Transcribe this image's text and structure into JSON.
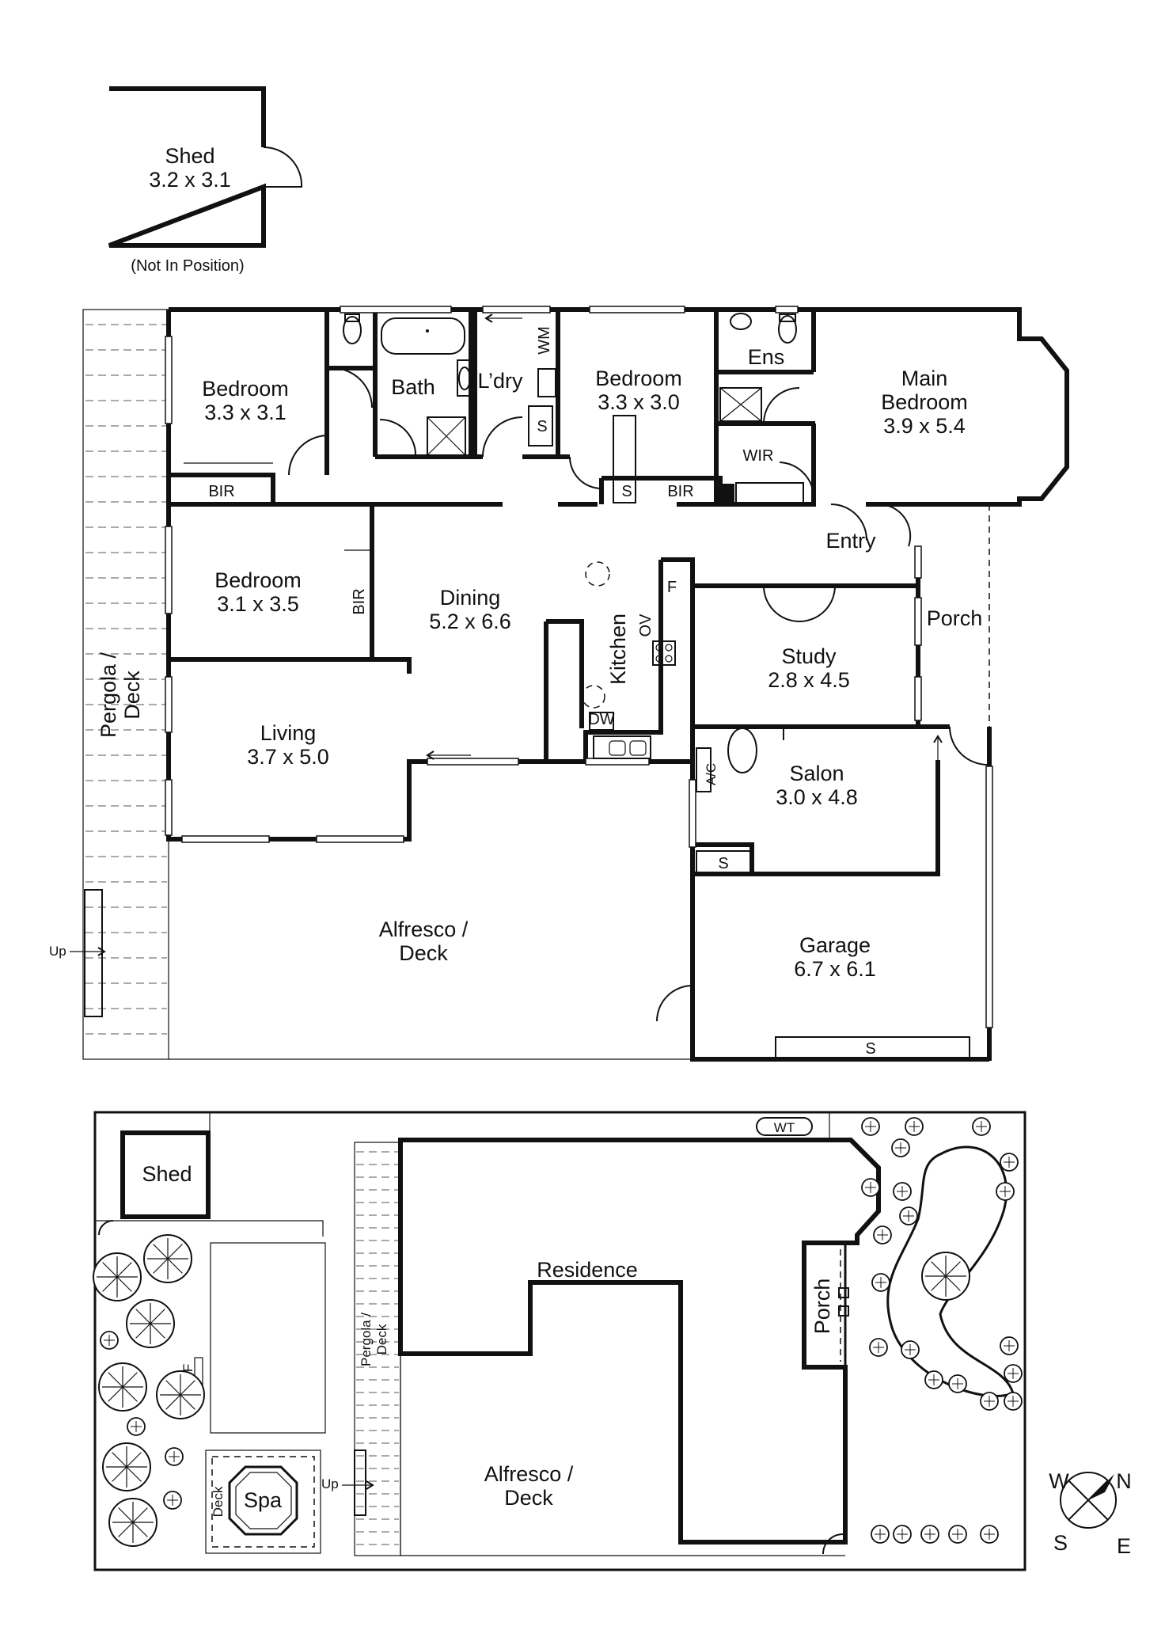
{
  "colors": {
    "ink": "#111111",
    "paper": "#ffffff"
  },
  "shed": {
    "name": "Shed",
    "size": "3.2 x 3.1",
    "note": "(Not In Position)"
  },
  "rooms": {
    "bedroom_nw": {
      "name": "Bedroom",
      "size": "3.3 x 3.1"
    },
    "bath": {
      "name": "Bath"
    },
    "laundry": {
      "name": "L’dry",
      "wm": "WM",
      "s": "S"
    },
    "bedroom_n": {
      "name": "Bedroom",
      "size": "3.3 x 3.0"
    },
    "ens": {
      "name": "Ens"
    },
    "wir": {
      "name": "WIR"
    },
    "main_bedroom": {
      "name": "Main",
      "name2": "Bedroom",
      "size": "3.9 x 5.4"
    },
    "bir_nw": {
      "name": "BIR"
    },
    "s_mid": {
      "name": "S"
    },
    "bir_n": {
      "name": "BIR"
    },
    "entry": {
      "name": "Entry"
    },
    "bedroom_w": {
      "name": "Bedroom",
      "size": "3.1 x 3.5"
    },
    "bir_w": {
      "name": "BIR"
    },
    "dining": {
      "name": "Dining",
      "size": "5.2 x 6.6"
    },
    "kitchen": {
      "name": "Kitchen",
      "ov": "OV",
      "f": "F",
      "dw": "DW"
    },
    "study": {
      "name": "Study",
      "size": "2.8 x 4.5"
    },
    "porch": {
      "name": "Porch"
    },
    "pergola": {
      "name": "Pergola /",
      "name2": "Deck"
    },
    "living": {
      "name": "Living",
      "size": "3.7 x 5.0"
    },
    "salon": {
      "name": "Salon",
      "size": "3.0 x 4.8",
      "ac": "A/C",
      "s": "S"
    },
    "alfresco": {
      "name": "Alfresco /",
      "name2": "Deck"
    },
    "garage": {
      "name": "Garage",
      "size": "6.7 x 6.1",
      "s": "S"
    },
    "up": "Up"
  },
  "site": {
    "shed": "Shed",
    "residence": "Residence",
    "porch": "Porch",
    "pergola": "Pergola /",
    "pergola2": "Deck",
    "alfresco": "Alfresco /",
    "alfresco2": "Deck",
    "spa": "Spa",
    "deck": "Deck",
    "wf": "WF",
    "wt": "WT",
    "up": "Up"
  },
  "compass": {
    "w": "W",
    "n": "N",
    "s": "S",
    "e": "E"
  }
}
